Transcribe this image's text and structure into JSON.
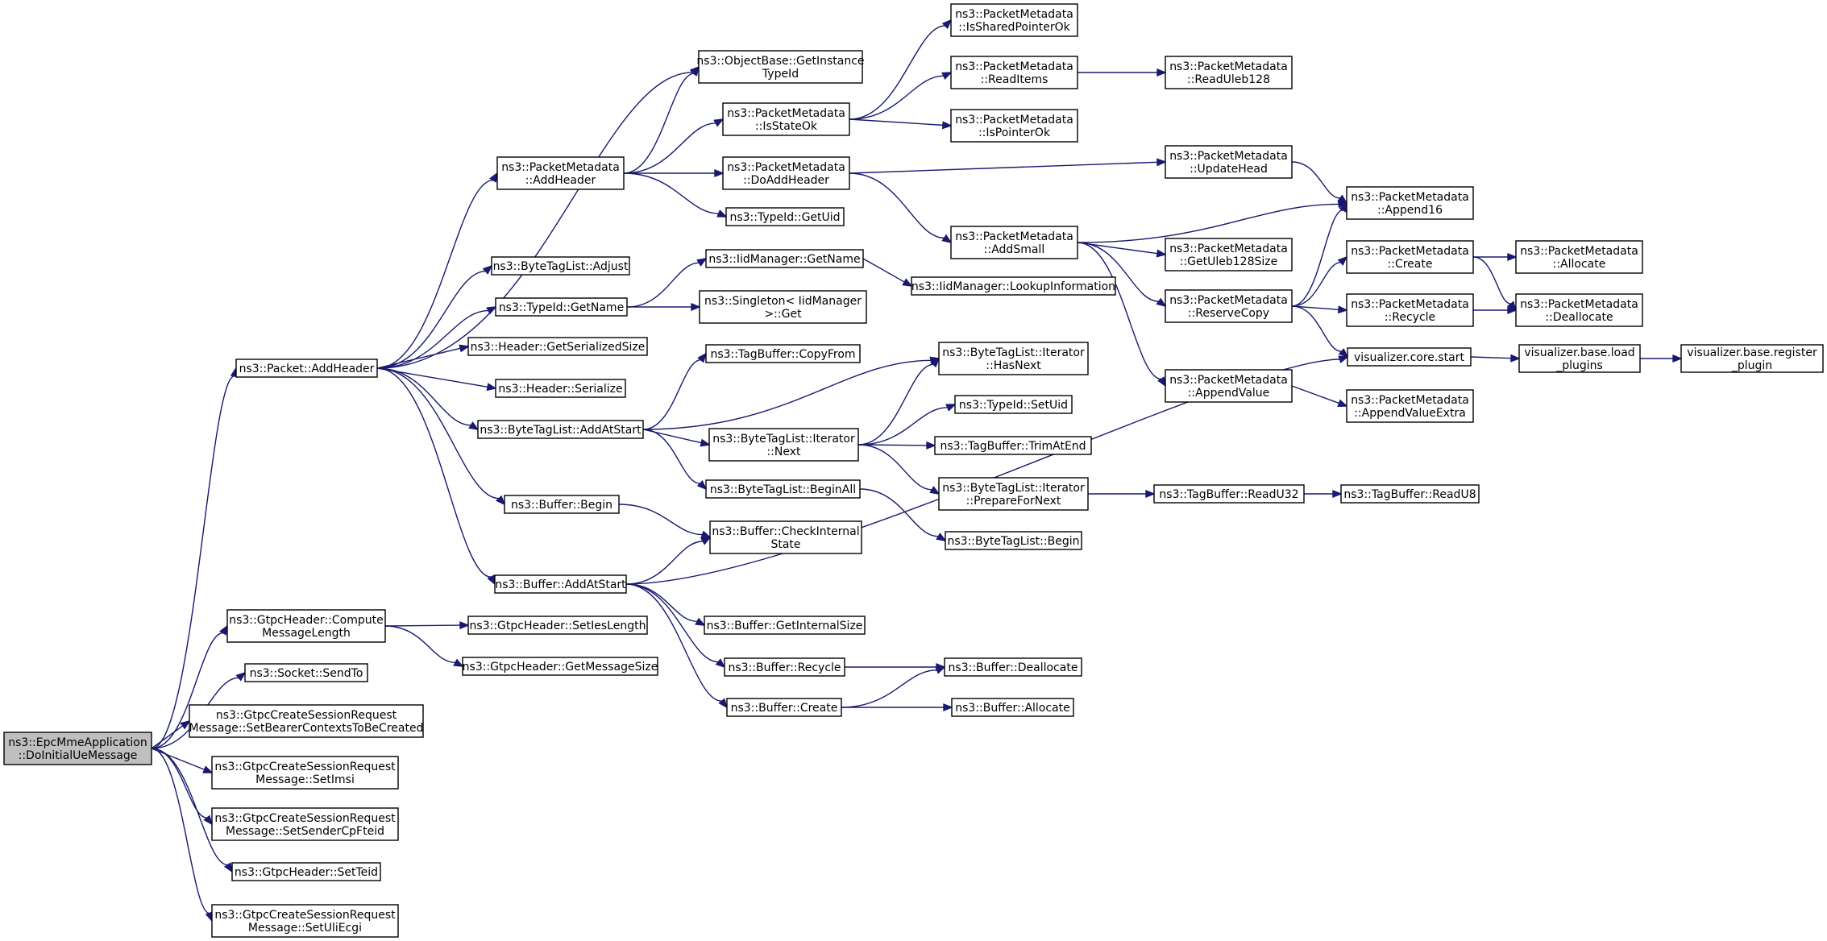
{
  "diagram": {
    "type": "call-graph",
    "colors": {
      "edge": "#191970",
      "node_border": "#000000",
      "root_fill": "#bfbfbf",
      "node_fill": "#ffffff"
    },
    "nodes": [
      {
        "id": "root",
        "lines": [
          "ns3::EpcMmeApplication",
          "::DoInitialUeMessage"
        ],
        "root": true
      },
      {
        "id": "pkt_addheader",
        "lines": [
          "ns3::Packet::AddHeader"
        ]
      },
      {
        "id": "gtpc_compute",
        "lines": [
          "ns3::GtpcHeader::Compute",
          "MessageLength"
        ]
      },
      {
        "id": "socket_sendto",
        "lines": [
          "ns3::Socket::SendTo"
        ]
      },
      {
        "id": "setbearer",
        "lines": [
          "ns3::GtpcCreateSessionRequest",
          "Message::SetBearerContextsToBeCreated"
        ]
      },
      {
        "id": "setimsi",
        "lines": [
          "ns3::GtpcCreateSessionRequest",
          "Message::SetImsi"
        ]
      },
      {
        "id": "setsender",
        "lines": [
          "ns3::GtpcCreateSessionRequest",
          "Message::SetSenderCpFteid"
        ]
      },
      {
        "id": "setteid",
        "lines": [
          "ns3::GtpcHeader::SetTeid"
        ]
      },
      {
        "id": "setuliecgi",
        "lines": [
          "ns3::GtpcCreateSessionRequest",
          "Message::SetUliEcgi"
        ]
      },
      {
        "id": "pm_addheader",
        "lines": [
          "ns3::PacketMetadata",
          "::AddHeader"
        ]
      },
      {
        "id": "btl_adjust",
        "lines": [
          "ns3::ByteTagList::Adjust"
        ]
      },
      {
        "id": "typeid_getname",
        "lines": [
          "ns3::TypeId::GetName"
        ]
      },
      {
        "id": "header_getser",
        "lines": [
          "ns3::Header::GetSerializedSize"
        ]
      },
      {
        "id": "header_ser",
        "lines": [
          "ns3::Header::Serialize"
        ]
      },
      {
        "id": "btl_addatstart",
        "lines": [
          "ns3::ByteTagList::AddAtStart"
        ]
      },
      {
        "id": "buffer_begin",
        "lines": [
          "ns3::Buffer::Begin"
        ]
      },
      {
        "id": "buffer_addatstart",
        "lines": [
          "ns3::Buffer::AddAtStart"
        ]
      },
      {
        "id": "gtpc_setieslen",
        "lines": [
          "ns3::GtpcHeader::SetIesLength"
        ]
      },
      {
        "id": "gtpc_getmsgsize",
        "lines": [
          "ns3::GtpcHeader::GetMessageSize"
        ]
      },
      {
        "id": "objbase_gettypeid",
        "lines": [
          "ns3::ObjectBase::GetInstance",
          "TypeId"
        ]
      },
      {
        "id": "pm_isstateok",
        "lines": [
          "ns3::PacketMetadata",
          "::IsStateOk"
        ]
      },
      {
        "id": "pm_doaddheader",
        "lines": [
          "ns3::PacketMetadata",
          "::DoAddHeader"
        ]
      },
      {
        "id": "typeid_getuid",
        "lines": [
          "ns3::TypeId::GetUid"
        ]
      },
      {
        "id": "iid_getname",
        "lines": [
          "ns3::IidManager::GetName"
        ]
      },
      {
        "id": "singleton_get",
        "lines": [
          "ns3::Singleton< IidManager",
          ">::Get"
        ]
      },
      {
        "id": "tagbuf_copyfrom",
        "lines": [
          "ns3::TagBuffer::CopyFrom"
        ]
      },
      {
        "id": "btl_iter_next",
        "lines": [
          "ns3::ByteTagList::Iterator",
          "::Next"
        ]
      },
      {
        "id": "btl_beginall",
        "lines": [
          "ns3::ByteTagList::BeginAll"
        ]
      },
      {
        "id": "buffer_checkinternal",
        "lines": [
          "ns3::Buffer::CheckInternal",
          "State"
        ]
      },
      {
        "id": "buffer_getinternalsize",
        "lines": [
          "ns3::Buffer::GetInternalSize"
        ]
      },
      {
        "id": "buffer_recycle",
        "lines": [
          "ns3::Buffer::Recycle"
        ]
      },
      {
        "id": "buffer_create",
        "lines": [
          "ns3::Buffer::Create"
        ]
      },
      {
        "id": "pm_issharedptrok",
        "lines": [
          "ns3::PacketMetadata",
          "::IsSharedPointerOk"
        ]
      },
      {
        "id": "pm_readitems",
        "lines": [
          "ns3::PacketMetadata",
          "::ReadItems"
        ]
      },
      {
        "id": "pm_isptrok",
        "lines": [
          "ns3::PacketMetadata",
          "::IsPointerOk"
        ]
      },
      {
        "id": "pm_addsmall",
        "lines": [
          "ns3::PacketMetadata",
          "::AddSmall"
        ]
      },
      {
        "id": "iid_lookupinfo",
        "lines": [
          "ns3::IidManager::LookupInformation"
        ]
      },
      {
        "id": "btl_iter_hasnext",
        "lines": [
          "ns3::ByteTagList::Iterator",
          "::HasNext"
        ]
      },
      {
        "id": "typeid_setuid",
        "lines": [
          "ns3::TypeId::SetUid"
        ]
      },
      {
        "id": "tagbuf_trimatend",
        "lines": [
          "ns3::TagBuffer::TrimAtEnd"
        ]
      },
      {
        "id": "btl_iter_prepare",
        "lines": [
          "ns3::ByteTagList::Iterator",
          "::PrepareForNext"
        ]
      },
      {
        "id": "btl_begin",
        "lines": [
          "ns3::ByteTagList::Begin"
        ]
      },
      {
        "id": "buffer_deallocate",
        "lines": [
          "ns3::Buffer::Deallocate"
        ]
      },
      {
        "id": "buffer_allocate",
        "lines": [
          "ns3::Buffer::Allocate"
        ]
      },
      {
        "id": "pm_readuleb128",
        "lines": [
          "ns3::PacketMetadata",
          "::ReadUleb128"
        ]
      },
      {
        "id": "pm_updatehead",
        "lines": [
          "ns3::PacketMetadata",
          "::UpdateHead"
        ]
      },
      {
        "id": "pm_getuleb128size",
        "lines": [
          "ns3::PacketMetadata",
          "::GetUleb128Size"
        ]
      },
      {
        "id": "pm_reservecopy",
        "lines": [
          "ns3::PacketMetadata",
          "::ReserveCopy"
        ]
      },
      {
        "id": "pm_appendvalue",
        "lines": [
          "ns3::PacketMetadata",
          "::AppendValue"
        ]
      },
      {
        "id": "tagbuf_readu32",
        "lines": [
          "ns3::TagBuffer::ReadU32"
        ]
      },
      {
        "id": "pm_append16",
        "lines": [
          "ns3::PacketMetadata",
          "::Append16"
        ]
      },
      {
        "id": "pm_create",
        "lines": [
          "ns3::PacketMetadata",
          "::Create"
        ]
      },
      {
        "id": "pm_recycle",
        "lines": [
          "ns3::PacketMetadata",
          "::Recycle"
        ]
      },
      {
        "id": "vis_core_start",
        "lines": [
          "visualizer.core.start"
        ]
      },
      {
        "id": "pm_appendvalueextra",
        "lines": [
          "ns3::PacketMetadata",
          "::AppendValueExtra"
        ]
      },
      {
        "id": "tagbuf_readu8",
        "lines": [
          "ns3::TagBuffer::ReadU8"
        ]
      },
      {
        "id": "pm_allocate",
        "lines": [
          "ns3::PacketMetadata",
          "::Allocate"
        ]
      },
      {
        "id": "pm_deallocate",
        "lines": [
          "ns3::PacketMetadata",
          "::Deallocate"
        ]
      },
      {
        "id": "vis_base_load",
        "lines": [
          "visualizer.base.load",
          "_plugins"
        ]
      },
      {
        "id": "vis_base_register",
        "lines": [
          "visualizer.base.register",
          "_plugin"
        ]
      }
    ],
    "edges": [
      [
        "root",
        "pkt_addheader"
      ],
      [
        "root",
        "gtpc_compute"
      ],
      [
        "root",
        "socket_sendto"
      ],
      [
        "root",
        "setbearer"
      ],
      [
        "root",
        "setimsi"
      ],
      [
        "root",
        "setsender"
      ],
      [
        "root",
        "setteid"
      ],
      [
        "root",
        "setuliecgi"
      ],
      [
        "pkt_addheader",
        "pm_addheader"
      ],
      [
        "pkt_addheader",
        "objbase_gettypeid"
      ],
      [
        "pkt_addheader",
        "btl_adjust"
      ],
      [
        "pkt_addheader",
        "typeid_getname"
      ],
      [
        "pkt_addheader",
        "header_getser"
      ],
      [
        "pkt_addheader",
        "header_ser"
      ],
      [
        "pkt_addheader",
        "btl_addatstart"
      ],
      [
        "pkt_addheader",
        "buffer_begin"
      ],
      [
        "pkt_addheader",
        "buffer_addatstart"
      ],
      [
        "gtpc_compute",
        "gtpc_setieslen"
      ],
      [
        "gtpc_compute",
        "gtpc_getmsgsize"
      ],
      [
        "pm_addheader",
        "objbase_gettypeid"
      ],
      [
        "pm_addheader",
        "pm_isstateok"
      ],
      [
        "pm_addheader",
        "pm_doaddheader"
      ],
      [
        "pm_addheader",
        "typeid_getuid"
      ],
      [
        "typeid_getname",
        "iid_getname"
      ],
      [
        "typeid_getname",
        "singleton_get"
      ],
      [
        "btl_addatstart",
        "tagbuf_copyfrom"
      ],
      [
        "btl_addatstart",
        "btl_iter_hasnext"
      ],
      [
        "btl_addatstart",
        "btl_iter_next"
      ],
      [
        "btl_addatstart",
        "btl_beginall"
      ],
      [
        "buffer_begin",
        "buffer_checkinternal"
      ],
      [
        "buffer_addatstart",
        "buffer_checkinternal"
      ],
      [
        "buffer_addatstart",
        "vis_core_start"
      ],
      [
        "buffer_addatstart",
        "buffer_getinternalsize"
      ],
      [
        "buffer_addatstart",
        "buffer_recycle"
      ],
      [
        "buffer_addatstart",
        "buffer_create"
      ],
      [
        "pm_isstateok",
        "pm_issharedptrok"
      ],
      [
        "pm_isstateok",
        "pm_readitems"
      ],
      [
        "pm_isstateok",
        "pm_isptrok"
      ],
      [
        "pm_doaddheader",
        "pm_updatehead"
      ],
      [
        "pm_doaddheader",
        "pm_addsmall"
      ],
      [
        "iid_getname",
        "iid_lookupinfo"
      ],
      [
        "btl_iter_next",
        "btl_iter_hasnext"
      ],
      [
        "btl_iter_next",
        "typeid_setuid"
      ],
      [
        "btl_iter_next",
        "tagbuf_trimatend"
      ],
      [
        "btl_iter_next",
        "btl_iter_prepare"
      ],
      [
        "btl_beginall",
        "btl_begin"
      ],
      [
        "buffer_recycle",
        "buffer_deallocate"
      ],
      [
        "buffer_create",
        "buffer_deallocate"
      ],
      [
        "buffer_create",
        "buffer_allocate"
      ],
      [
        "pm_readitems",
        "pm_readuleb128"
      ],
      [
        "pm_updatehead",
        "pm_append16"
      ],
      [
        "pm_addsmall",
        "pm_append16"
      ],
      [
        "pm_addsmall",
        "pm_getuleb128size"
      ],
      [
        "pm_addsmall",
        "pm_reservecopy"
      ],
      [
        "pm_addsmall",
        "pm_appendvalue"
      ],
      [
        "btl_iter_prepare",
        "tagbuf_readu32"
      ],
      [
        "tagbuf_readu32",
        "tagbuf_readu8"
      ],
      [
        "pm_reservecopy",
        "pm_append16"
      ],
      [
        "pm_reservecopy",
        "pm_create"
      ],
      [
        "pm_reservecopy",
        "pm_recycle"
      ],
      [
        "pm_reservecopy",
        "vis_core_start"
      ],
      [
        "pm_appendvalue",
        "pm_appendvalueextra"
      ],
      [
        "pm_create",
        "pm_allocate"
      ],
      [
        "pm_create",
        "pm_deallocate"
      ],
      [
        "pm_recycle",
        "pm_deallocate"
      ],
      [
        "vis_core_start",
        "vis_base_load"
      ],
      [
        "vis_base_load",
        "vis_base_register"
      ]
    ]
  }
}
